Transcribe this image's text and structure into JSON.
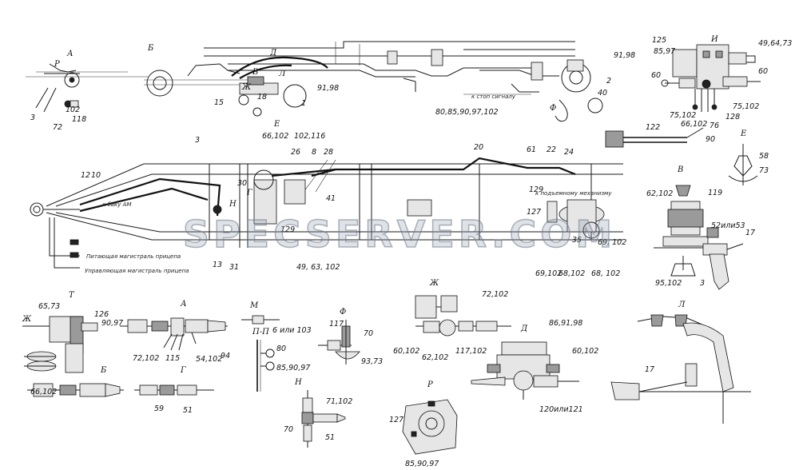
{
  "watermark": "SPECSERVER.COM",
  "view_titles": {
    "r": "Р",
    "a_top": "А",
    "b_top": "Б",
    "v_top": "В",
    "d_top": "Д",
    "l_top": "Л",
    "zh_top": "Ж",
    "e_top": "Е",
    "g_top": "Г",
    "n_top": "Н",
    "i": "И",
    "e_right": "Е",
    "v_right": "В",
    "t": "Т",
    "a_low": "А",
    "b_low": "Б",
    "g_low": "Г",
    "m": "М",
    "pp": "П-П",
    "f": "Ф",
    "n_low": "Н",
    "zh": "Ж",
    "d": "Д",
    "l": "Л",
    "p": "Р",
    "f_mid": "Ф",
    "zh_arrow": "Ж"
  },
  "top_labels": {
    "l1": "3",
    "l2": "102",
    "l3": "72",
    "l4": "118",
    "l5": "15",
    "l6": "18",
    "l7": "1",
    "l8": "91,98",
    "l9": "66,102",
    "l10": "102,116",
    "l11": "80,85,90,97,102",
    "l12": "91,98",
    "l13": "2",
    "l14": "40"
  },
  "top_right_labels": {
    "l1": "85,97",
    "l2": "125",
    "l3": "49,64,73",
    "l4": "60",
    "l5": "60",
    "l6": "75,102",
    "l7": "75,102",
    "l8": "128",
    "l9": "66,102",
    "l10": "76",
    "l11": "122",
    "l12": "90",
    "l13": "58",
    "l14": "73",
    "l15": "62,102",
    "l16": "119",
    "l17": "52или53",
    "l18": "17",
    "l19": "95,102",
    "l20": "3"
  },
  "middle_labels": {
    "l1": "3",
    "l2": "12",
    "l3": "10",
    "l4": "26",
    "l5": "8",
    "l6": "28",
    "l7": "30",
    "l8": "41",
    "l9": "13",
    "l10": "31",
    "l11": "49, 63, 102",
    "l12": "20",
    "l13": "61",
    "l14": "22",
    "l15": "24",
    "l16": "129",
    "l17": "127",
    "l18": "35",
    "l19": "69, 102",
    "l20": "69,102",
    "l21": "68,102",
    "l22": "68, 102",
    "l23": "129"
  },
  "bottom_labels": {
    "t1": "65,73",
    "t2": "126",
    "t3": "90,97",
    "t4": "66,102",
    "a1": "72,102",
    "a2": "115",
    "a3": "54,102",
    "a4": "94",
    "g1": "59",
    "g2": "51",
    "m1": "6 или 103",
    "pp1": "80",
    "pp2": "85,90,97",
    "f1": "117",
    "f2": "70",
    "f3": "93,73",
    "n1": "71,102",
    "n2": "70",
    "n3": "51",
    "zh1": "72,102",
    "zh2": "60,102",
    "zh3": "62,102",
    "d1": "86,91,98",
    "d2": "117,102",
    "d3": "60,102",
    "d4": "120или121",
    "p1": "127",
    "p2": "85,90,97",
    "l1": "17"
  },
  "notes": {
    "n1": "к баку АМ",
    "n2": "Питающая магистраль прицепа",
    "n3": "Управляющая магистраль прицепа",
    "n4": "к подъемному механизму",
    "n5": "к стоп сигналу"
  }
}
